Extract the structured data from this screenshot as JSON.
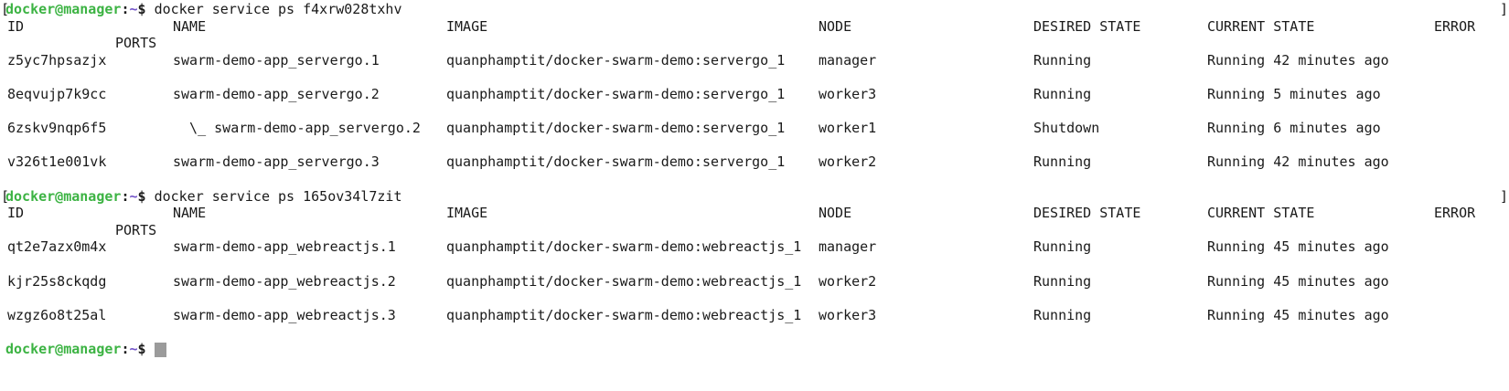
{
  "terminal": {
    "colors": {
      "background": "#ffffff",
      "text": "#1a1a1a",
      "prompt_user_host_green": "#3cb343",
      "prompt_path_purple": "#7253c8",
      "cursor_gray": "#9b9b9b"
    },
    "prompt": {
      "user_host": "docker@manager",
      "separator": ":",
      "path": "~",
      "symbol": "$"
    },
    "left_bracket": "[",
    "right_bracket": "]",
    "commands": [
      "docker service ps f4xrw028txhv",
      "docker service ps 165ov34l7zit"
    ],
    "tables": [
      {
        "headers": {
          "id": "ID",
          "name": "NAME",
          "image": "IMAGE",
          "node": "NODE",
          "desired_state": "DESIRED STATE",
          "current_state": "CURRENT STATE",
          "error": "ERROR",
          "ports": "PORTS"
        },
        "rows": [
          {
            "id": "z5yc7hpsazjx",
            "name": "swarm-demo-app_servergo.1",
            "image": "quanphamptit/docker-swarm-demo:servergo_1",
            "node": "manager",
            "desired_state": "Running",
            "current_state": "Running 42 minutes ago"
          },
          {
            "id": "8eqvujp7k9cc",
            "name": "swarm-demo-app_servergo.2",
            "image": "quanphamptit/docker-swarm-demo:servergo_1",
            "node": "worker3",
            "desired_state": "Running",
            "current_state": "Running 5 minutes ago"
          },
          {
            "id": "6zskv9nqp6f5",
            "name": "  \\_ swarm-demo-app_servergo.2",
            "image": "quanphamptit/docker-swarm-demo:servergo_1",
            "node": "worker1",
            "desired_state": "Shutdown",
            "current_state": "Running 6 minutes ago"
          },
          {
            "id": "v326t1e001vk",
            "name": "swarm-demo-app_servergo.3",
            "image": "quanphamptit/docker-swarm-demo:servergo_1",
            "node": "worker2",
            "desired_state": "Running",
            "current_state": "Running 42 minutes ago"
          }
        ]
      },
      {
        "headers": {
          "id": "ID",
          "name": "NAME",
          "image": "IMAGE",
          "node": "NODE",
          "desired_state": "DESIRED STATE",
          "current_state": "CURRENT STATE",
          "error": "ERROR",
          "ports": "PORTS"
        },
        "rows": [
          {
            "id": "qt2e7azx0m4x",
            "name": "swarm-demo-app_webreactjs.1",
            "image": "quanphamptit/docker-swarm-demo:webreactjs_1",
            "node": "manager",
            "desired_state": "Running",
            "current_state": "Running 45 minutes ago"
          },
          {
            "id": "kjr25s8ckqdg",
            "name": "swarm-demo-app_webreactjs.2",
            "image": "quanphamptit/docker-swarm-demo:webreactjs_1",
            "node": "worker2",
            "desired_state": "Running",
            "current_state": "Running 45 minutes ago"
          },
          {
            "id": "wzgz6o8t25al",
            "name": "swarm-demo-app_webreactjs.3",
            "image": "quanphamptit/docker-swarm-demo:webreactjs_1",
            "node": "worker3",
            "desired_state": "Running",
            "current_state": "Running 45 minutes ago"
          }
        ]
      }
    ]
  }
}
